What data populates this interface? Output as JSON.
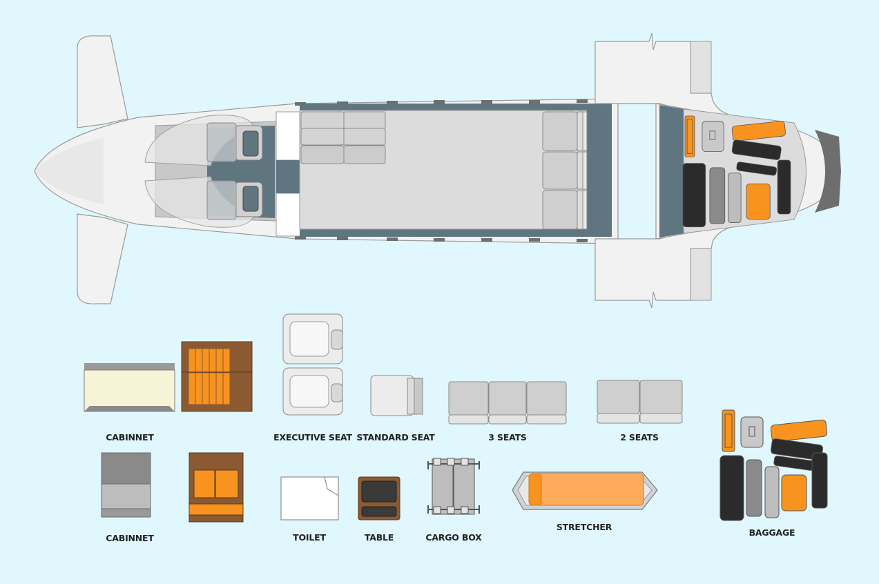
{
  "labels": {
    "cabinet_top": "CABINNET",
    "cabinet_bottom": "CABINNET",
    "executive_seat": "EXECUTIVE SEAT",
    "standard_seat": "STANDARD SEAT",
    "three_seats": "3 SEATS",
    "two_seats": "2 SEATS",
    "toilet": "TOILET",
    "table": "TABLE",
    "cargo_box": "CARGO BOX",
    "stretcher": "STRETCHER",
    "baggage": "BAGGAGE"
  },
  "colors": {
    "background": "#e0f7fd",
    "fuselage": "#f2f2f2",
    "cabin_floor": "#dcdcdc",
    "cabin_dark": "#5f7580",
    "seat_grey": "#d0d0d0",
    "orange": "#f7931e",
    "wood": "#8b5a32",
    "baggage_dark": "#2b2b2b"
  }
}
